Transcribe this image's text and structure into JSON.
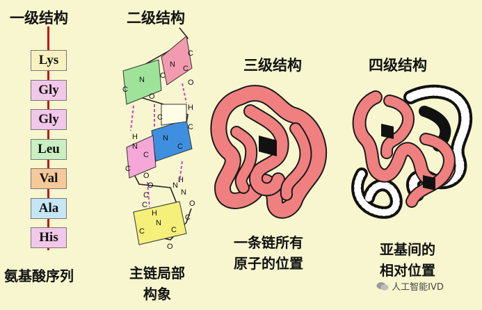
{
  "primary": {
    "title": "一级结构",
    "residues": [
      "Lys",
      "Gly",
      "Gly",
      "Leu",
      "Val",
      "Ala",
      "His"
    ],
    "residue_colors": [
      "#f9f2c0",
      "#f2c8ea",
      "#f2c8ea",
      "#c9efc2",
      "#f7c89a",
      "#c6e6f5",
      "#f2c8ea"
    ],
    "caption": "氨基酸序列"
  },
  "secondary": {
    "title": "二级结构",
    "caption_line1": "主链局部",
    "caption_line2": "构象",
    "atom_labels": [
      "C",
      "N",
      "C",
      "C",
      "N",
      "C",
      "O",
      "H",
      "O",
      "C",
      "N",
      "C",
      "H",
      "N",
      "C",
      "C",
      "O",
      "H",
      "C",
      "N",
      "C",
      "O",
      "C",
      "N",
      "C",
      "O",
      "H",
      "C",
      "N",
      "C",
      "O"
    ]
  },
  "tertiary": {
    "title": "三级结构",
    "caption_line1": "一条链所有",
    "caption_line2": "原子的位置"
  },
  "quaternary": {
    "title": "四级结构",
    "caption_line1": "亚基间的",
    "caption_line2": "相对位置"
  },
  "watermark": {
    "icon": "wechat-icon",
    "text": "人工智能IVD"
  },
  "colors": {
    "background": "#f8f6cf",
    "chain": "#c41414",
    "ribbon": "#f08080",
    "ribbon_dark": "#111111",
    "hbond": "#d040c0"
  }
}
